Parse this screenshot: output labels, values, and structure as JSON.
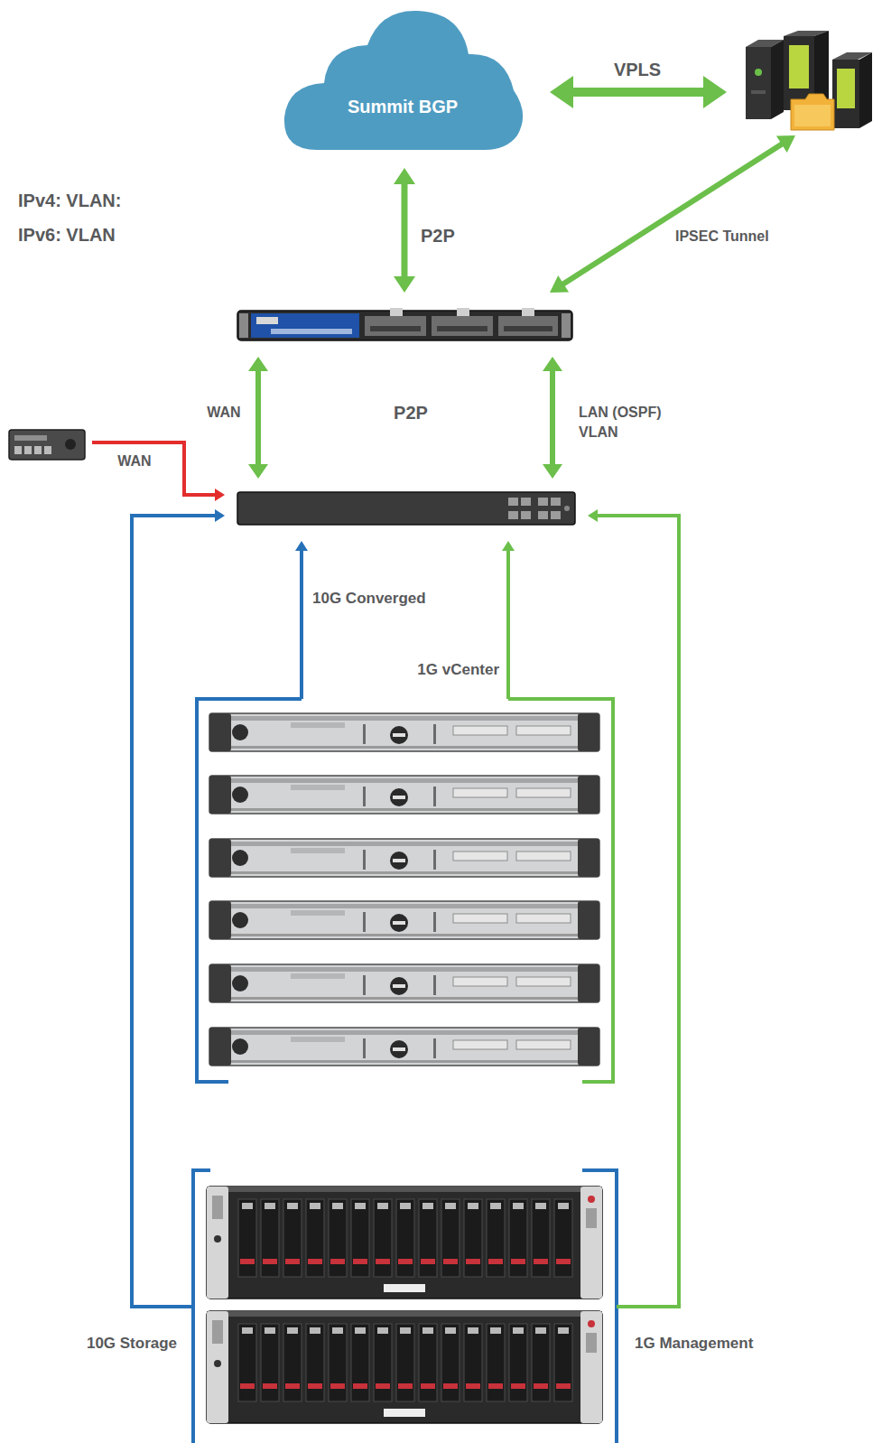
{
  "diagram": {
    "nodes": [
      {
        "text": [
          "Summit BGP"
        ]
      },
      {
        "text": []
      },
      {
        "text": []
      },
      {
        "text": []
      },
      {
        "text": []
      },
      {
        "text": []
      },
      {
        "text": []
      }
    ],
    "edges": [
      {
        "from": 0,
        "to": 1,
        "label": "VPLS",
        "arrow": "both"
      },
      {
        "from": 0,
        "to": 2,
        "label": "P2P",
        "arrow": "both"
      },
      {
        "from": 2,
        "to": 1,
        "label": "IPSEC Tunnel",
        "arrow": "both"
      },
      {
        "from": 2,
        "to": 4,
        "label": "WAN",
        "arrow": "both"
      },
      {
        "from": 2,
        "to": 4,
        "label": "LAN (OSPF) VLAN",
        "arrow": "both"
      },
      {
        "from": 3,
        "to": 4,
        "label": "WAN",
        "arrow": "to"
      },
      {
        "from": 5,
        "to": 4,
        "label": "10G Converged",
        "arrow": "to"
      },
      {
        "from": 5,
        "to": 4,
        "label": "1G vCenter",
        "arrow": "to"
      },
      {
        "from": 6,
        "to": 4,
        "label": "10G Storage",
        "arrow": "to"
      },
      {
        "from": 6,
        "to": 4,
        "label": "1G Management",
        "arrow": "to"
      }
    ],
    "labels": [
      "IPv4: VLAN:",
      "IPv6: VLAN",
      "P2P"
    ]
  }
}
